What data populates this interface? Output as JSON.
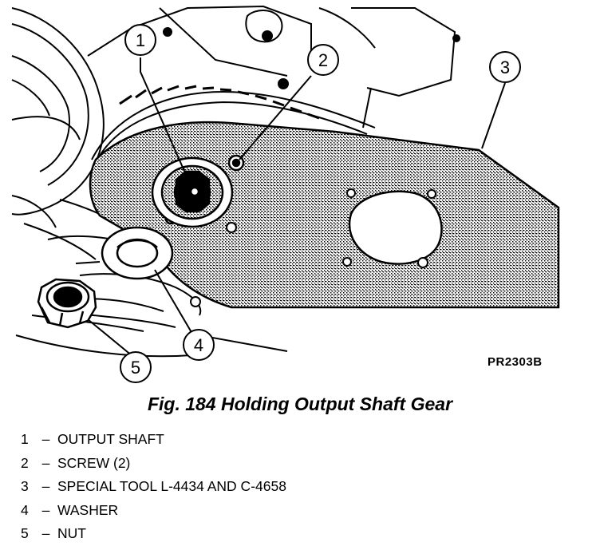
{
  "figure": {
    "image_code": "PR2303B",
    "caption": "Fig. 184 Holding Output Shaft Gear"
  },
  "callouts": [
    "1",
    "2",
    "3",
    "4",
    "5"
  ],
  "legend": [
    {
      "num": "1",
      "dash": "–",
      "label": "OUTPUT SHAFT"
    },
    {
      "num": "2",
      "dash": "–",
      "label": "SCREW (2)"
    },
    {
      "num": "3",
      "dash": "–",
      "label": "SPECIAL TOOL L-4434 AND C-4658"
    },
    {
      "num": "4",
      "dash": "–",
      "label": "WASHER"
    },
    {
      "num": "5",
      "dash": "–",
      "label": "NUT"
    }
  ]
}
